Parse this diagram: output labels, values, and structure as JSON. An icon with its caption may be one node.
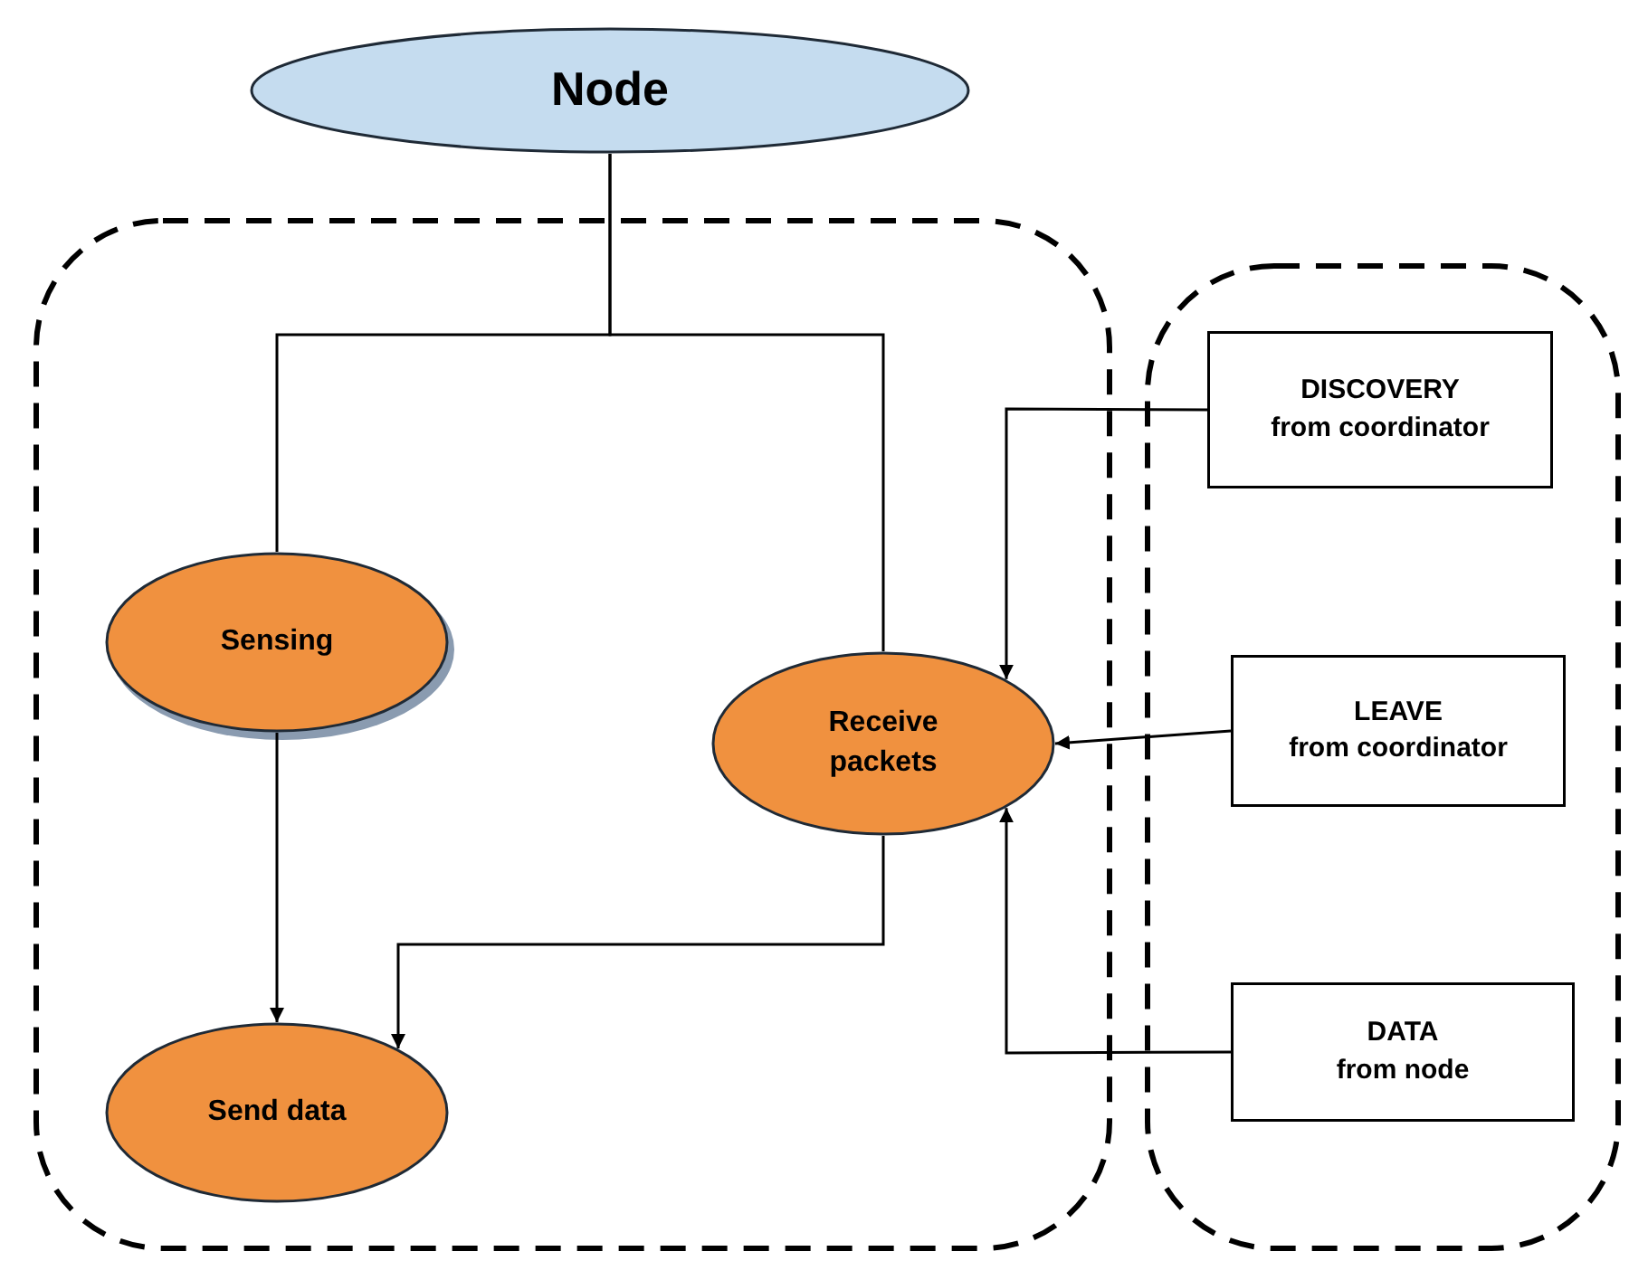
{
  "diagram": {
    "nodes": [
      {
        "text": [
          "Node"
        ]
      },
      {
        "text": [],
        "shape": "box"
      },
      {
        "text": [],
        "shape": "box"
      },
      {
        "text": [
          "Sensing"
        ],
        "in": 1
      },
      {
        "text": [
          "Receive packets"
        ],
        "in": 1
      },
      {
        "text": [
          "Send data"
        ],
        "in": 1
      },
      {
        "text": [
          "DISCOVERY",
          "from coordinator"
        ],
        "in": 2
      },
      {
        "text": [
          "LEAVE",
          "from coordinator"
        ],
        "in": 2
      },
      {
        "text": [
          "DATA",
          "from node"
        ],
        "in": 2
      }
    ],
    "edges": [
      {
        "from": 0,
        "to": 3,
        "arrow": "none"
      },
      {
        "from": 0,
        "to": 4,
        "arrow": "none"
      },
      {
        "from": 3,
        "to": 5,
        "arrow": "to"
      },
      {
        "from": 4,
        "to": 5,
        "arrow": "to"
      },
      {
        "from": 6,
        "to": 4,
        "arrow": "to"
      },
      {
        "from": 7,
        "to": 4,
        "arrow": "to"
      },
      {
        "from": 8,
        "to": 4,
        "arrow": "to"
      }
    ]
  }
}
